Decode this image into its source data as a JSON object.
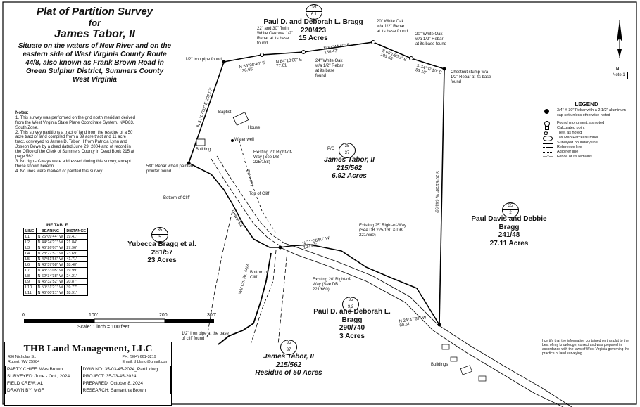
{
  "title": {
    "line1": "Plat of Partition Survey",
    "line2": "for",
    "line3": "James Tabor, II",
    "subtitle": [
      "Situate on the waters of New River and on the",
      "eastern side of West Virginia County Route",
      "44/8, also known as Frank Brown Road in",
      "Green Sulphur District, Summers County",
      "West Virginia"
    ]
  },
  "notes": {
    "heading": "Notes:",
    "items": [
      "1. This survey was performed on the grid north meridian derived from the West Virginia State Plane Coordinate System, NAD83, South Zone.",
      "2. This survey partitions a tract of land from the residue of a 50 acre tract of land compiled from a 39 acre tract and 11 acre tract, conveyed to James D. Tabor, II from Patricia Lynn and Joseph Bowe by a deed dated June 29, 2004 and of record in the Office of the Clerk of Summers County in Deed Book 215 at page 562.",
      "3. No right-of-ways were addressed during this survey, except those shown hereon.",
      "4. No lines were marked or painted this survey."
    ]
  },
  "parcels": {
    "bragg_north": {
      "tag_top": "35",
      "tag_bottom": "6.1",
      "name": "Paul D. and Deborah L. Bragg",
      "deed": "220/423",
      "area": "15 Acres"
    },
    "tabor_main": {
      "tag_top": "35",
      "tag_bottom": "37",
      "prefix": "P/O",
      "name": "James Tabor, II",
      "deed": "215/562",
      "area": "6.92 Acres"
    },
    "yubecca": {
      "tag_top": "35",
      "tag_bottom": "5",
      "name": "Yubecca Bragg et al.",
      "deed": "281/57",
      "area": "23 Acres"
    },
    "davis": {
      "tag_top": "35",
      "tag_bottom": "2",
      "name": "Paul Davis and Debbie Bragg",
      "deed": "241/48",
      "area": "27.11 Acres"
    },
    "bragg_south": {
      "tag_top": "35",
      "tag_bottom": "9.2",
      "name": "Paul D. and Deborah L. Bragg",
      "deed": "290/740",
      "area": "3 Acres"
    },
    "tabor_residue": {
      "tag_top": "35",
      "tag_bottom": "37",
      "name": "James Tabor, II",
      "deed": "215/562",
      "area": "Residue of 50 Acres"
    }
  },
  "bearings": {
    "b1": "N 86°08'40\" E",
    "b1d": "136.65'",
    "b2": "N 84°10'00\" E",
    "b2d": "77.61'",
    "b3": "N 81°44'40\" E",
    "b3d": "156.47'",
    "b4": "S 69°05'52\" E",
    "b4d": "103.66'",
    "b5": "S 74°07'10\" E",
    "b5d": "83.10'",
    "west": "N 31°07'00\" E",
    "westd": "292.07'",
    "east": "S 20°51'30\" W",
    "eastd": "643.59'",
    "se1": "N 71°06'50\" W",
    "se1d": "107.83'",
    "se2": "N 24°47'37\" W",
    "se2d": "80.51'"
  },
  "callouts": {
    "iron_pipe": "1/2\" iron pipe found",
    "oak_twin": "22\" and 30\" Twin White Oak w/a 1/2\" Rebar at its base found",
    "oak_24": "24\" White Oak w/a 1/2\" Rebar at its base found",
    "oak_20a": "20\" White Oak w/a 1/2\" Rebar at its base found",
    "oak_20b": "20\" White Oak w/a 1/2\" Rebar at its base found",
    "chestnut": "Chestnut stump w/a 1/2\" Rebar at its base found",
    "rebar_wood": "5/8\" Rebar w/red painted pointer found",
    "rebar_base": "1/2\" Iron pipe at the base of cliff found",
    "row1": "Existing 20' Right-of-Way (See DB 225/158)",
    "row2": "Existing 25' Right-of-Way (See DB 225/130 & DB 221/660)",
    "row3": "Existing 20' Right-of-Way (See DB 221/660)",
    "bottom_cliff": "Bottom of Cliff",
    "top_cliff": "Top of Cliff",
    "bottom_cliff2": "Bottom of Cliff",
    "baptist": "Baptist",
    "house": "House",
    "building": "Building",
    "water_well": "Water well",
    "driveway": "Driveway",
    "gravel_rd": "Gravel Rd",
    "buildings": "Buildings",
    "note1": "Note 1",
    "route": "WV Co. Rt. 44/8"
  },
  "legend": {
    "title": "LEGEND",
    "items": [
      "3/4\" X 30\" Rebar with a 2 1/2\" aluminum cap set unless otherwise noted",
      "Found monument, as noted",
      "Calculated point",
      "Tree, as noted",
      "Tax Map/Parcel Number",
      "Surveyed boundary line",
      "Reference line",
      "Adjoiner line",
      "Fence or its remains"
    ]
  },
  "line_table": {
    "title": "LINE TABLE",
    "headers": [
      "LINE",
      "BEARING",
      "DISTANCE"
    ],
    "rows": [
      [
        "L1",
        "N 26°09'44\" W",
        "19.41'"
      ],
      [
        "L2",
        "N 44°24'21\" W",
        "21.84'"
      ],
      [
        "L3",
        "N 46°26'07\" W",
        "27.96'"
      ],
      [
        "L4",
        "N 28°27'57\" W",
        "23.69'"
      ],
      [
        "L5",
        "N 47°51'56\" W",
        "41.71'"
      ],
      [
        "L6",
        "N 43°57'08\" W",
        "18.40'"
      ],
      [
        "L7",
        "N 43°33'05\" W",
        "19.99'"
      ],
      [
        "L8",
        "N 62°34'38\" W",
        "24.21'"
      ],
      [
        "L9",
        "N 45°32'52\" W",
        "20.87'"
      ],
      [
        "L10",
        "N 50°31'21\" W",
        "39.77'"
      ],
      [
        "L11",
        "N 46°00'21\" W",
        "18.91'"
      ]
    ]
  },
  "scale": {
    "ticks": [
      "0",
      "100'",
      "200'",
      "300'"
    ],
    "label": "Scale: 1 inch = 100 feet"
  },
  "title_block": {
    "company": "THB Land Management, LLC",
    "address1": "436 Nicholas St.",
    "address2": "Rupert, WV 25984",
    "phone": "PH: (304) 661-3219",
    "email": "Email: thbland@gmail.com",
    "rows": [
      [
        "PARTY CHIEF: Wes Brown",
        "DWG NO: 35-03-45-2024_Part1.dwg"
      ],
      [
        "SURVEYED: June - Oct., 2024",
        "PROJECT: 35-03-45-2024"
      ],
      [
        "FIELD CREW: AL",
        "PREPARED: October 8, 2024"
      ],
      [
        "DRAWN BY: MGF",
        "RESEARCH: Samantha Brown"
      ]
    ]
  },
  "certify": "I certify that the information contained on this plat to the best of my knowledge, correct and was prepared in accordance with the laws of West Virginia governing the practice of land surveying.",
  "north": "N"
}
